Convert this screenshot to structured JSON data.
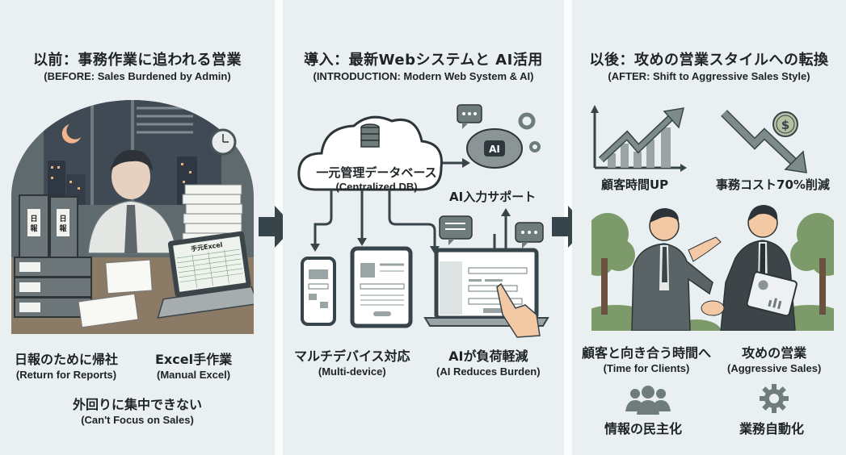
{
  "colors": {
    "panel_bg": "#eaf0f2",
    "divider": "#fbfcfc",
    "ink": "#1e2326",
    "icon_gray": "#6f7c7c",
    "dark_slate": "#37444a",
    "tree_green": "#7c9a6a",
    "skin": "#f2c9a4",
    "moon": "#f1b48c"
  },
  "before": {
    "title_jp": "以前：事務作業に追われる営業",
    "title_en": "(BEFORE: Sales Burdened by Admin)",
    "illustration": {
      "binder_label": "日報",
      "excel_label": "手元Excel"
    },
    "captions": [
      {
        "jp": "日報のために帰社",
        "en": "(Return for Reports)"
      },
      {
        "jp": "Excel手作業",
        "en": "(Manual Excel)"
      },
      {
        "jp": "外回りに集中できない",
        "en": "(Can't Focus on Sales)"
      }
    ]
  },
  "introduction": {
    "title_jp": "導入：最新Webシステムと AI活用",
    "title_en": "(INTRODUCTION: Modern Web System & AI)",
    "cloud_jp": "一元管理データベース",
    "cloud_en": "(Centralized DB)",
    "ai_badge": "AI",
    "ai_support_label": "AI入力サポート",
    "captions": [
      {
        "jp": "マルチデバイス対応",
        "en": "(Multi-device)"
      },
      {
        "jp": "AIが負荷軽減",
        "en": "(AI Reduces Burden)"
      }
    ]
  },
  "after": {
    "title_jp": "以後：攻めの営業スタイルへの転換",
    "title_en": "(AFTER: Shift to Aggressive Sales Style)",
    "metrics": [
      {
        "label": "顧客時間UP",
        "icon": "trend-up-chart-icon"
      },
      {
        "label": "事務コスト70%削減",
        "icon": "cost-down-arrow-icon"
      }
    ],
    "captions": [
      {
        "jp": "顧客と向き合う時間へ",
        "en": "(Time for Clients)"
      },
      {
        "jp": "攻めの営業",
        "en": "(Aggressive Sales)"
      }
    ],
    "features": [
      {
        "label": "情報の民主化",
        "icon": "people-group-icon"
      },
      {
        "label": "業務自動化",
        "icon": "gear-icon"
      }
    ]
  }
}
